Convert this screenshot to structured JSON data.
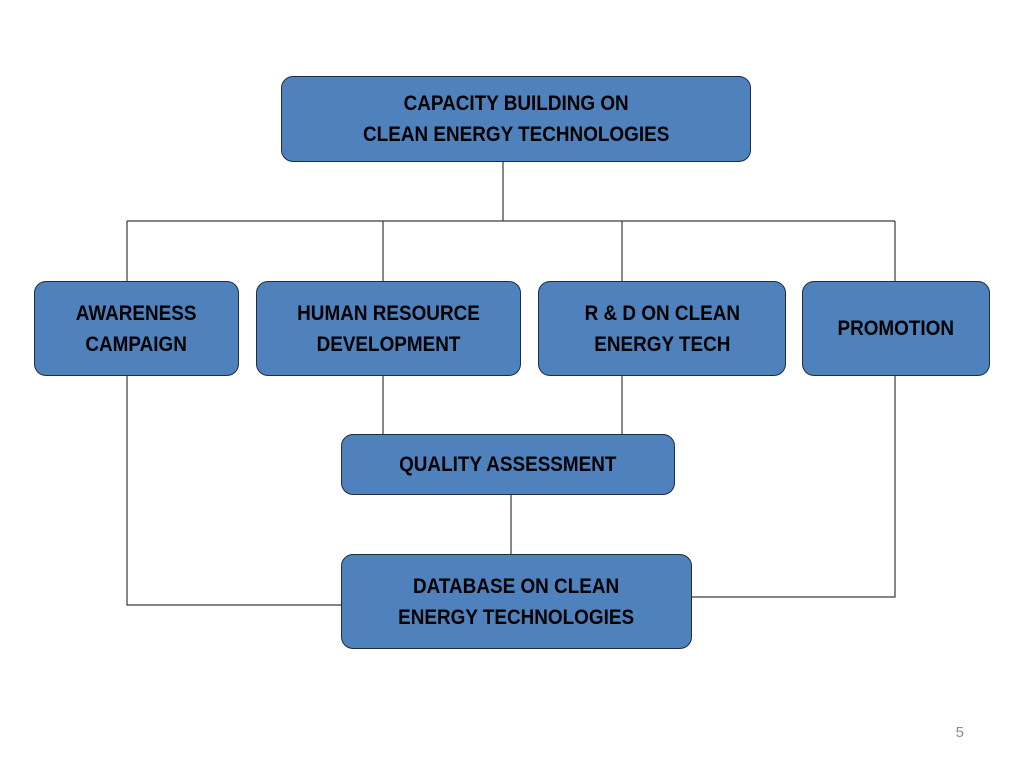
{
  "diagram": {
    "nodes": {
      "capacity": "CAPACITY BUILDING ON\nCLEAN ENERGY TECHNOLOGIES",
      "awareness": "AWARENESS\nCAMPAIGN",
      "hrd": "HUMAN RESOURCE\nDEVELOPMENT",
      "rd": "R & D ON CLEAN\nENERGY TECH",
      "promotion": "PROMOTION",
      "quality": "QUALITY ASSESSMENT",
      "database": "DATABASE ON CLEAN\nENERGY TECHNOLOGIES"
    },
    "colors": {
      "node_fill": "#4f81bd",
      "node_border": "#1f2d3d",
      "connector": "#3a3a3a",
      "label_text": "#000000"
    }
  },
  "footer": {
    "page_number": "5"
  }
}
